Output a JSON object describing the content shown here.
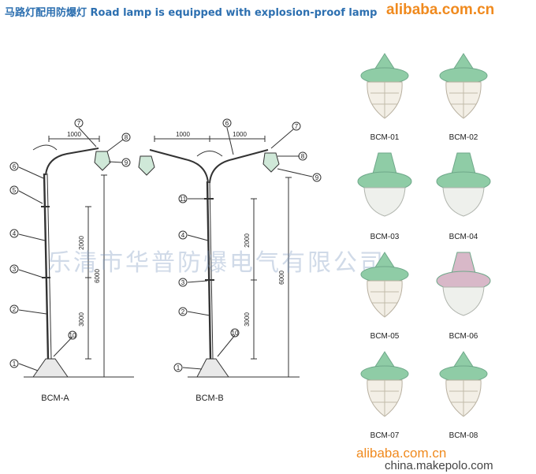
{
  "title": "马路灯配用防爆灯 Road lamp is equipped with explosion-proof lamp",
  "watermarks": {
    "top_brand": "alibaba.com.cn",
    "bottom_brand": "alibaba.com.cn",
    "site": "china.makepolo.com",
    "company": "乐清市华普防爆电气有限公司"
  },
  "diagram_a": {
    "name": "BCM-A",
    "dim_top": "1000",
    "dim_upper": "2000",
    "dim_lower": "3000",
    "dim_total": "6000",
    "callouts": [
      "1",
      "2",
      "3",
      "4",
      "5",
      "6",
      "7",
      "8",
      "9",
      "10"
    ]
  },
  "diagram_b": {
    "name": "BCM-B",
    "dim_left": "1000",
    "dim_right": "1000",
    "dim_upper": "2000",
    "dim_lower": "3000",
    "dim_total": "6000",
    "callouts": [
      "1",
      "2",
      "3",
      "4",
      "6",
      "7",
      "8",
      "9",
      "10",
      "11"
    ]
  },
  "lamps": [
    {
      "label": "BCM-01",
      "color": "#8fcca6",
      "style": "cage"
    },
    {
      "label": "BCM-02",
      "color": "#8fcca6",
      "style": "cage"
    },
    {
      "label": "BCM-03",
      "color": "#8fcca6",
      "style": "bell"
    },
    {
      "label": "BCM-04",
      "color": "#8fcca6",
      "style": "bell"
    },
    {
      "label": "BCM-05",
      "color": "#8fcca6",
      "style": "cage"
    },
    {
      "label": "BCM-06",
      "color": "#d8b8c8",
      "style": "bell"
    },
    {
      "label": "BCM-07",
      "color": "#8fcca6",
      "style": "cage"
    },
    {
      "label": "BCM-08",
      "color": "#8fcca6",
      "style": "cage"
    }
  ]
}
